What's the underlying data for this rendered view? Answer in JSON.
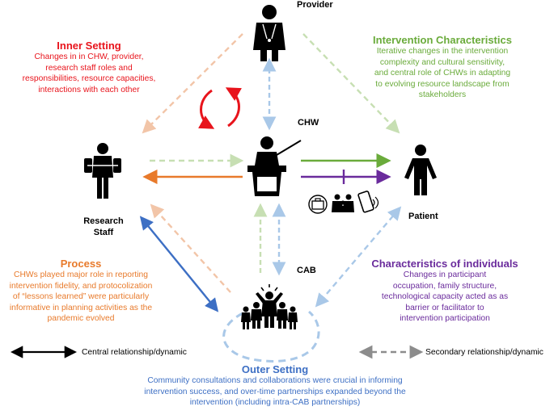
{
  "nodes": {
    "provider": "Provider",
    "chw": "CHW",
    "research_staff": [
      "Research",
      "Staff"
    ],
    "patient": "Patient",
    "cab": "CAB"
  },
  "inner_setting": {
    "title": "Inner Setting",
    "lines": [
      "Changes in in CHW, provider,",
      "research staff roles and",
      "responsibilities, resource capacities,",
      "interactions with each other"
    ]
  },
  "intervention_characteristics": {
    "title": "Intervention Characteristics",
    "lines": [
      "Iterative changes in the intervention",
      "complexity and cultural sensitivity,",
      "and central role of CHWs in adapting",
      "to evolving resource landscape from",
      "stakeholders"
    ]
  },
  "process": {
    "title": "Process",
    "lines": [
      "CHWs played major role in reporting",
      "intervention fidelity, and protocolization",
      "of “lessons learned” were particularly",
      "informative in planning activities as the",
      "pandemic evolved"
    ]
  },
  "characteristics_of_individuals": {
    "title": "Characteristics of individuals",
    "lines": [
      "Changes in participant",
      "occupation, family structure,",
      "technological capacity acted as as",
      "barrier or facilitator to",
      "intervention participation"
    ]
  },
  "outer_setting": {
    "title": "Outer Setting",
    "lines": [
      "Community consultations and collaborations were crucial in informing",
      "intervention success, and over-time partnerships expanded beyond the",
      "intervention (including intra-CAB partnerships)"
    ]
  },
  "legend": {
    "central": "Central relationship/dynamic",
    "secondary": "Secondary relationship/dynamic"
  },
  "colors": {
    "inner_red": "#e8141c",
    "green": "#6aab3b",
    "orange": "#e87a2b",
    "blue": "#3d6fc4",
    "purple": "#6a2b9c",
    "peach": "#f2c5a8",
    "light_green": "#c7dfb3",
    "light_blue": "#a9c8e8",
    "gray": "#8c8c8c",
    "black": "#000000"
  }
}
